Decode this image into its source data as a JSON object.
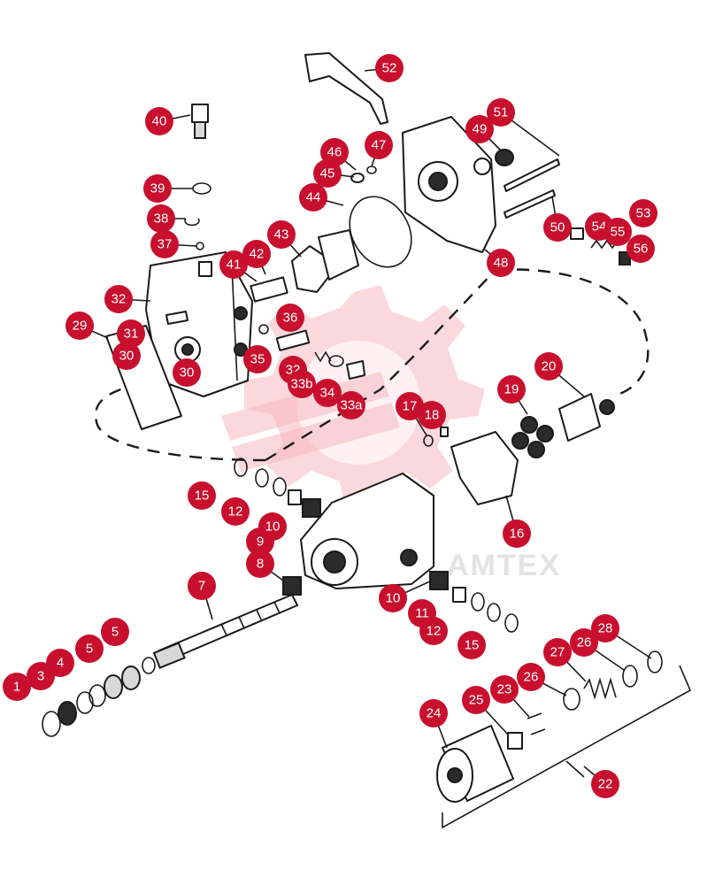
{
  "watermark": {
    "text": "AMTEX",
    "color": "#f6b8bf"
  },
  "badge_color": "#c8102e",
  "callouts": [
    {
      "n": "1"
    },
    {
      "n": "3"
    },
    {
      "n": "4"
    },
    {
      "n": "5"
    },
    {
      "n": "5"
    },
    {
      "n": "7"
    },
    {
      "n": "8"
    },
    {
      "n": "9"
    },
    {
      "n": "10"
    },
    {
      "n": "10"
    },
    {
      "n": "11"
    },
    {
      "n": "12"
    },
    {
      "n": "12"
    },
    {
      "n": "15"
    },
    {
      "n": "15"
    },
    {
      "n": "16"
    },
    {
      "n": "17"
    },
    {
      "n": "18"
    },
    {
      "n": "19"
    },
    {
      "n": "20"
    },
    {
      "n": "22"
    },
    {
      "n": "23"
    },
    {
      "n": "24"
    },
    {
      "n": "25"
    },
    {
      "n": "26"
    },
    {
      "n": "26"
    },
    {
      "n": "27"
    },
    {
      "n": "28"
    },
    {
      "n": "29"
    },
    {
      "n": "30"
    },
    {
      "n": "30"
    },
    {
      "n": "31"
    },
    {
      "n": "32"
    },
    {
      "n": "32"
    },
    {
      "n": "33a"
    },
    {
      "n": "33b"
    },
    {
      "n": "34"
    },
    {
      "n": "35"
    },
    {
      "n": "36"
    },
    {
      "n": "37"
    },
    {
      "n": "38"
    },
    {
      "n": "39"
    },
    {
      "n": "40"
    },
    {
      "n": "41"
    },
    {
      "n": "42"
    },
    {
      "n": "43"
    },
    {
      "n": "44"
    },
    {
      "n": "45"
    },
    {
      "n": "46"
    },
    {
      "n": "47"
    },
    {
      "n": "48"
    },
    {
      "n": "49"
    },
    {
      "n": "50"
    },
    {
      "n": "51"
    },
    {
      "n": "52"
    },
    {
      "n": "53"
    },
    {
      "n": "54"
    },
    {
      "n": "55"
    },
    {
      "n": "56"
    }
  ]
}
